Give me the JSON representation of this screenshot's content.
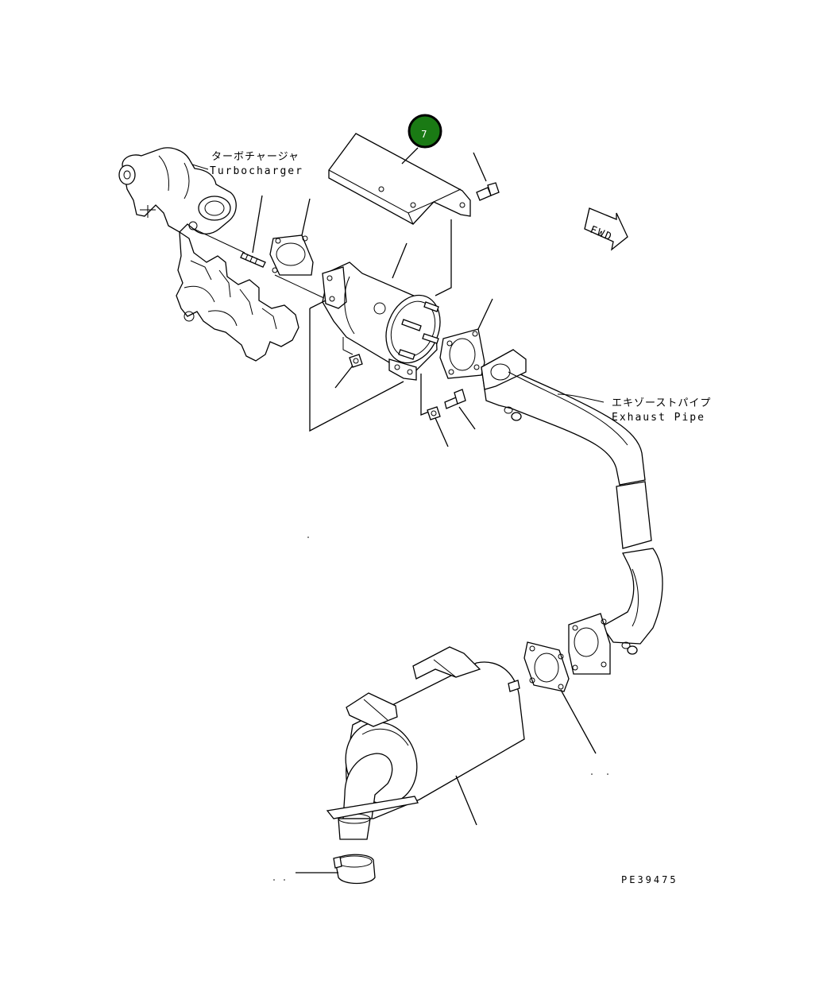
{
  "callout": {
    "number": "7",
    "color": "#1a7a14",
    "ring_color": "#000000"
  },
  "labels": {
    "turbocharger_jp": "ターボチャージャ",
    "turbocharger_en": "Turbocharger",
    "exhaust_pipe_jp": "エキゾーストパイプ",
    "exhaust_pipe_en": "Exhaust Pipe",
    "fwd": "FWD"
  },
  "drawing_code": "PE39475"
}
